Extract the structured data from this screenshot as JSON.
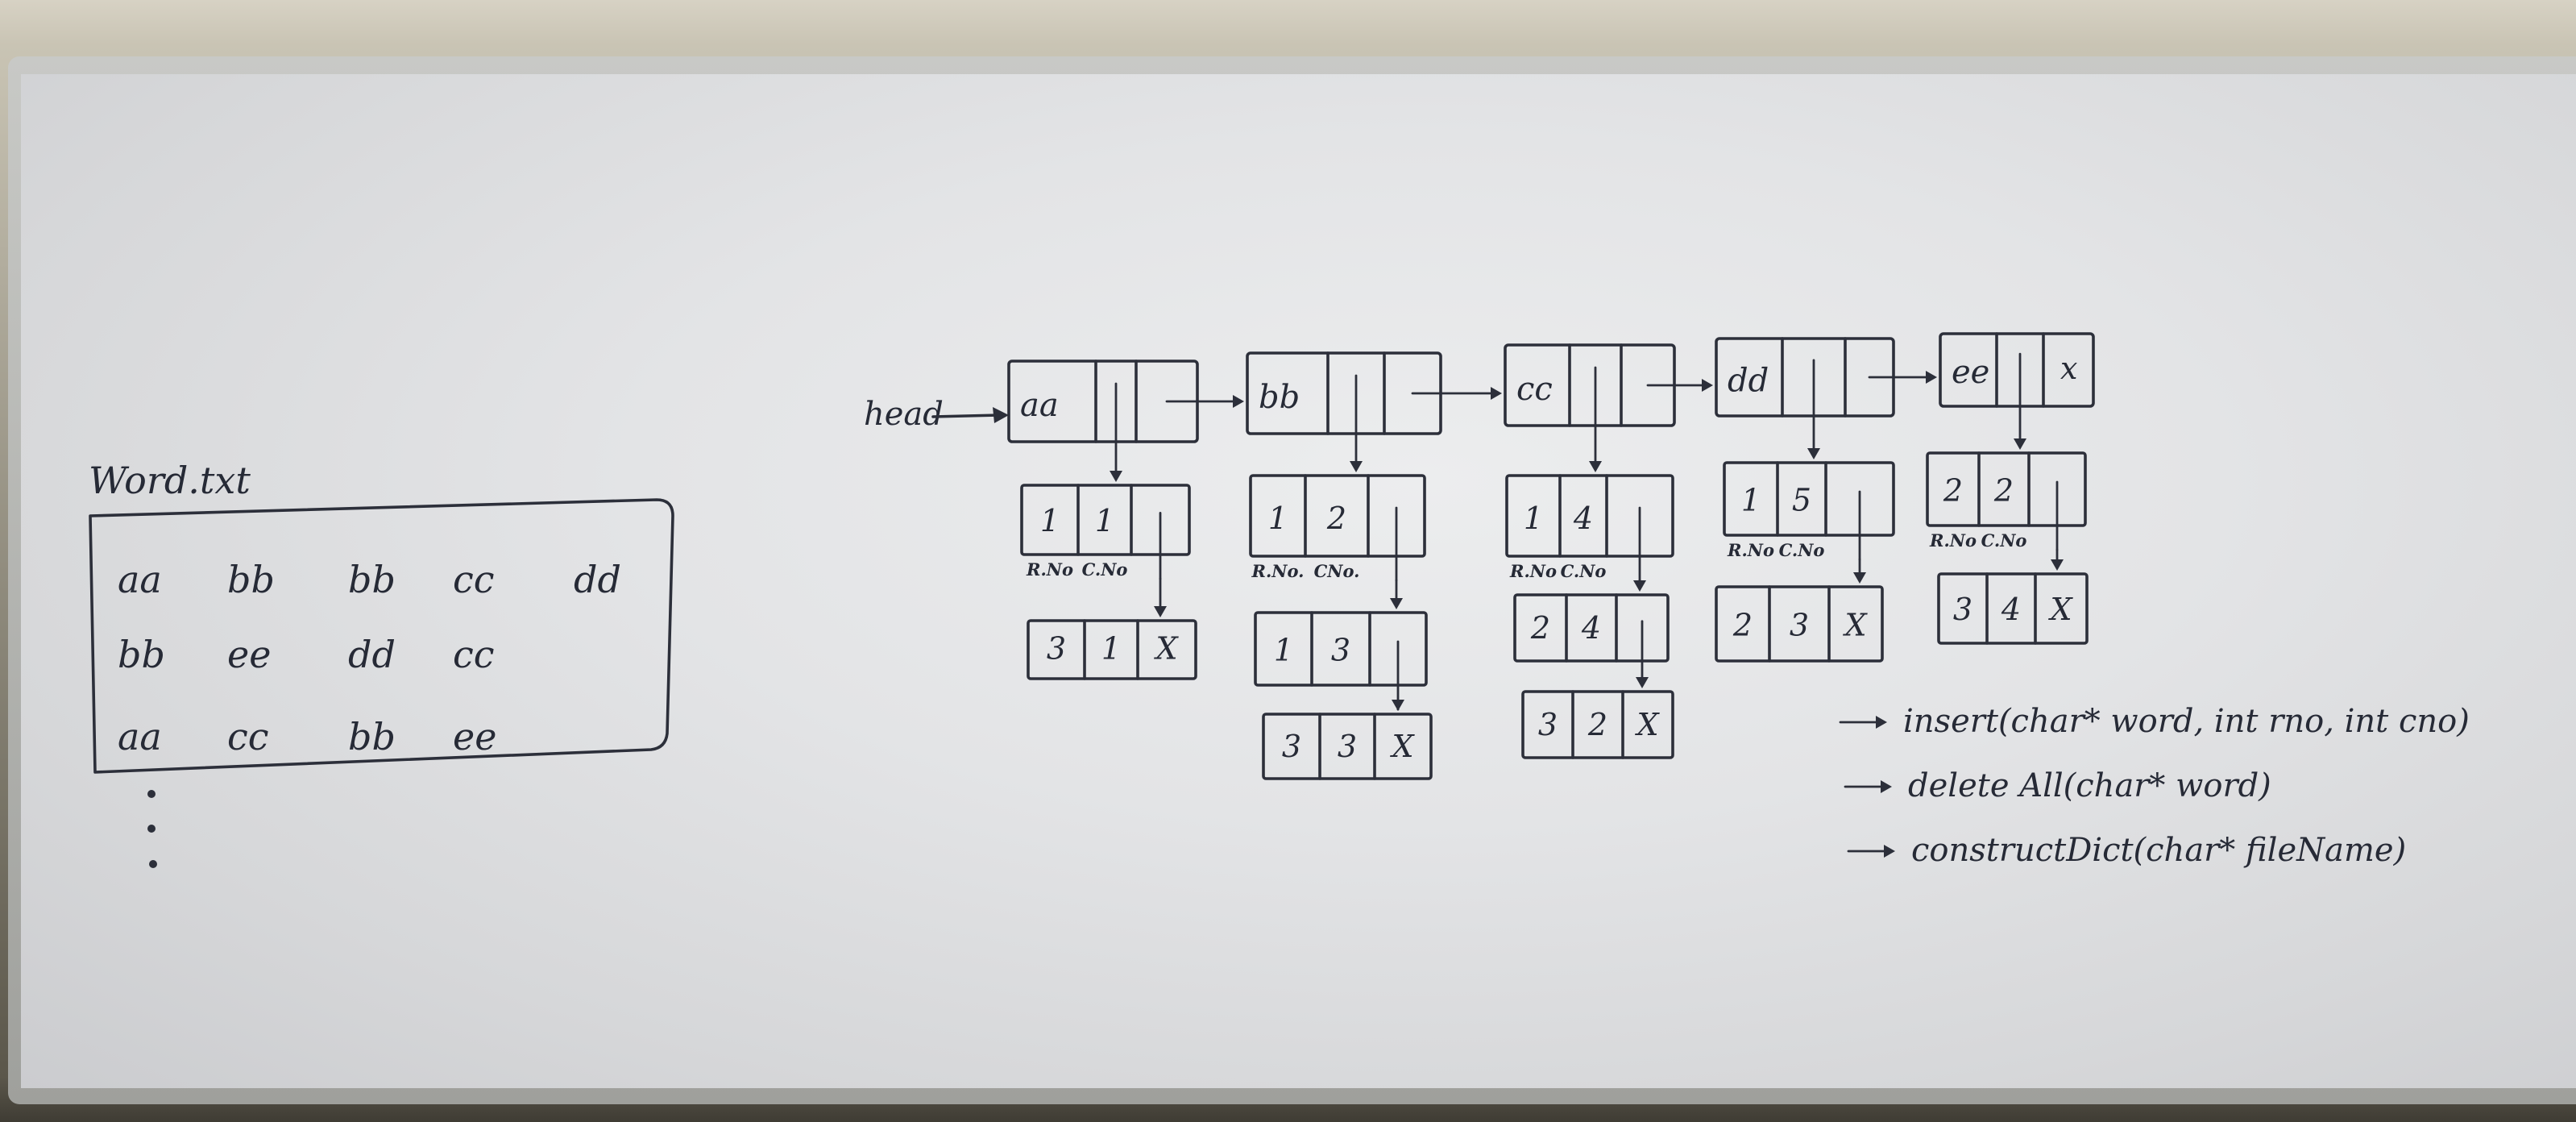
{
  "word_file": {
    "title": "Word.txt",
    "rows": [
      [
        "aa",
        "bb",
        "bb",
        "cc",
        "dd"
      ],
      [
        "bb",
        "ee",
        "dd",
        "cc"
      ],
      [
        "aa",
        "cc",
        "bb",
        "ee"
      ]
    ]
  },
  "head_label": "head",
  "words": [
    "aa",
    "bb",
    "cc",
    "dd",
    "ee"
  ],
  "word_end_marker": "x",
  "occurrences": {
    "aa": [
      [
        "1",
        "1",
        ""
      ],
      [
        "3",
        "1",
        "X"
      ]
    ],
    "bb": [
      [
        "1",
        "2",
        ""
      ],
      [
        "1",
        "3",
        ""
      ],
      [
        "3",
        "3",
        "X"
      ]
    ],
    "cc": [
      [
        "1",
        "4",
        ""
      ],
      [
        "2",
        "4",
        ""
      ],
      [
        "3",
        "2",
        "X"
      ]
    ],
    "dd": [
      [
        "1",
        "5",
        ""
      ],
      [
        "2",
        "3",
        "X"
      ]
    ],
    "ee": [
      [
        "2",
        "2",
        ""
      ],
      [
        "3",
        "4",
        "X"
      ]
    ]
  },
  "field_labels": {
    "aa": [
      "R.No",
      "C.No"
    ],
    "bb": [
      "R.No.",
      "CNo."
    ],
    "cc": [
      "R.No",
      "C.No"
    ],
    "dd": [
      "R.No",
      "C.No"
    ],
    "ee": [
      "R.No",
      "C.No"
    ]
  },
  "functions": [
    "insert(char* word, int rno, int cno)",
    "delete All(char* word)",
    "constructDict(char* fileName)"
  ]
}
